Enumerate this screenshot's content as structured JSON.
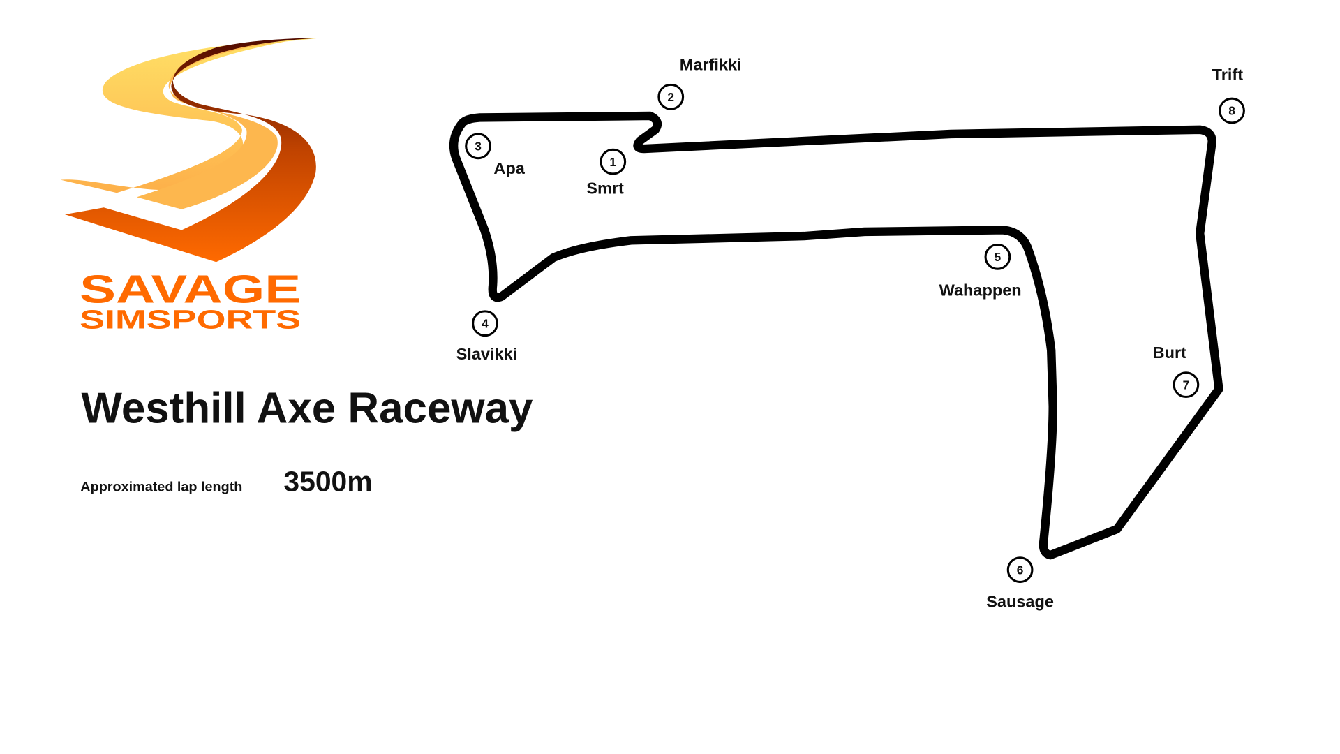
{
  "logo": {
    "line1": "SAVAGE",
    "line2": "SIMSPORTS"
  },
  "title": "Westhill Axe Raceway",
  "lap": {
    "label": "Approximated lap length",
    "value": "3500m"
  },
  "corners": [
    {
      "number": "1",
      "name": "Smrt"
    },
    {
      "number": "2",
      "name": "Marfikki"
    },
    {
      "number": "3",
      "name": "Apa"
    },
    {
      "number": "4",
      "name": "Slavikki"
    },
    {
      "number": "5",
      "name": "Wahappen"
    },
    {
      "number": "6",
      "name": "Sausage"
    },
    {
      "number": "7",
      "name": "Burt"
    },
    {
      "number": "8",
      "name": "Trift"
    }
  ],
  "colors": {
    "track": "#000000",
    "logo_orange": "#ff6a00",
    "logo_yellow": "#ffdf60",
    "logo_dark": "#5a0c00"
  }
}
